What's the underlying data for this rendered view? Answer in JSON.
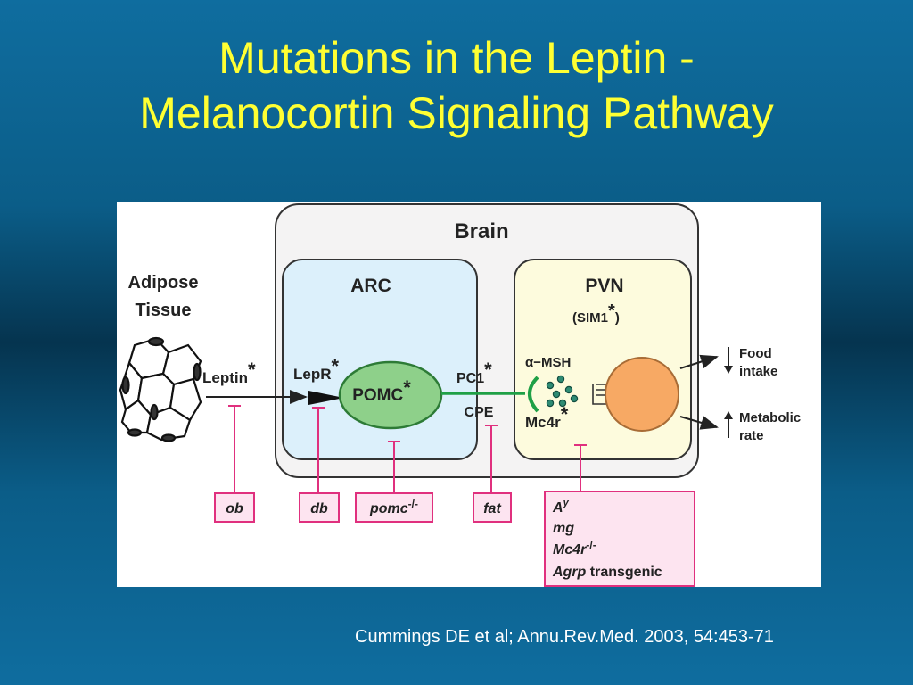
{
  "slide": {
    "title_line1": "Mutations in the Leptin -",
    "title_line2": "Melanocortin Signaling Pathway",
    "citation": "Cummings DE et al; Annu.Rev.Med. 2003, 54:453-71"
  },
  "diagram": {
    "brain": "Brain",
    "arc": "ARC",
    "pvn": "PVN",
    "sim1": "(SIM1",
    "sim1_close": ")",
    "star": "*",
    "adipose_line1": "Adipose",
    "adipose_line2": "Tissue",
    "leptin": "Leptin",
    "lepr": "LepR",
    "pomc": "POMC",
    "pc1": "PC1",
    "cpe": "CPE",
    "msh": "α−MSH",
    "mc4r": "Mc4r",
    "food_line1": "Food",
    "food_line2": "intake",
    "metabolic_line1": "Metabolic",
    "metabolic_line2": "rate",
    "mutation_ob": "ob",
    "mutation_db": "db",
    "mutation_pomc": "pomc",
    "mutation_pomc_sup": "-/-",
    "mutation_fat": "fat",
    "mutation_ay": "A",
    "mutation_ay_sup": "y",
    "mutation_mg": "mg",
    "mutation_mc4r": "Mc4r",
    "mutation_mc4r_sup": "-/-",
    "mutation_agrp": "Agrp",
    "mutation_agrp_suffix": " transgenic"
  },
  "colors": {
    "title": "#ffff33",
    "arc_fill": "#dcf0fb",
    "pvn_fill": "#fdfbdd",
    "pomc_fill": "#8ed08a",
    "cell_fill": "#f7a964",
    "mutation_line": "#e0307e",
    "mutation_box_fill": "#fde4f0",
    "connector": "#1fa046"
  }
}
